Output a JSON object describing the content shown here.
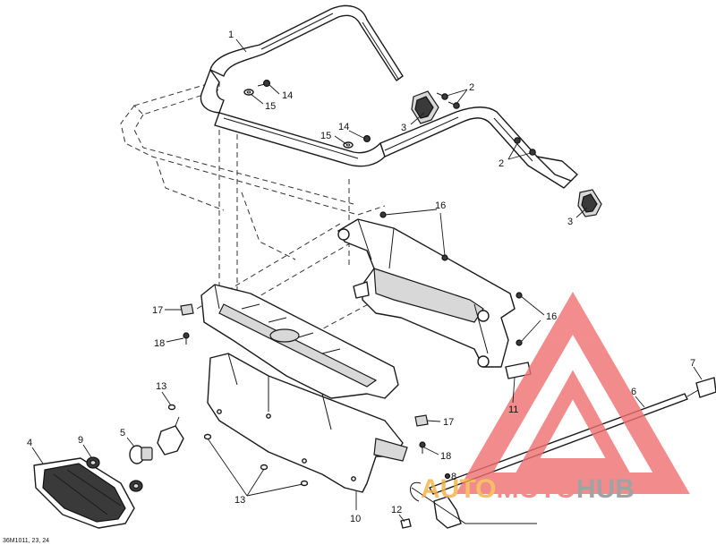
{
  "callouts": [
    {
      "id": "c1",
      "label": "1"
    },
    {
      "id": "c2a",
      "label": "2"
    },
    {
      "id": "c2b",
      "label": "2"
    },
    {
      "id": "c3a",
      "label": "3"
    },
    {
      "id": "c3b",
      "label": "3"
    },
    {
      "id": "c4",
      "label": "4"
    },
    {
      "id": "c5",
      "label": "5"
    },
    {
      "id": "c6",
      "label": "6"
    },
    {
      "id": "c7",
      "label": "7"
    },
    {
      "id": "c8",
      "label": "8"
    },
    {
      "id": "c9",
      "label": "9"
    },
    {
      "id": "c10",
      "label": "10"
    },
    {
      "id": "c11",
      "label": "11"
    },
    {
      "id": "c12",
      "label": "12"
    },
    {
      "id": "c13a",
      "label": "13"
    },
    {
      "id": "c13b",
      "label": "13"
    },
    {
      "id": "c14a",
      "label": "14"
    },
    {
      "id": "c14b",
      "label": "14"
    },
    {
      "id": "c15a",
      "label": "15"
    },
    {
      "id": "c15b",
      "label": "15"
    },
    {
      "id": "c16a",
      "label": "16"
    },
    {
      "id": "c16b",
      "label": "16"
    },
    {
      "id": "c17a",
      "label": "17"
    },
    {
      "id": "c17b",
      "label": "17"
    },
    {
      "id": "c18a",
      "label": "18"
    },
    {
      "id": "c18b",
      "label": "18"
    }
  ],
  "figure_code": "36M1011, 23, 24",
  "watermark": {
    "part1": "AUTO",
    "part2": "MOTO",
    "part3": "HUB",
    "color_red": "#f07070",
    "color_orange": "#f5b041",
    "color_grey": "#8c8c8c"
  }
}
